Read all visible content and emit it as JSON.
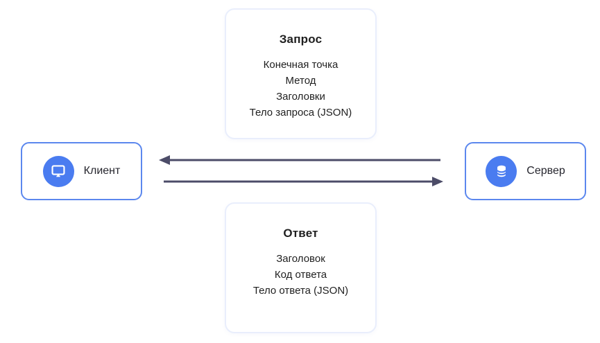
{
  "diagram": {
    "request_card": {
      "title": "Запрос",
      "items": [
        "Конечная точка",
        "Метод",
        "Заголовки",
        "Тело запроса (JSON)"
      ]
    },
    "response_card": {
      "title": "Ответ",
      "items": [
        "Заголовок",
        "Код ответа",
        "Тело ответа (JSON)"
      ]
    },
    "client_node": {
      "label": "Клиент",
      "icon": "monitor-icon"
    },
    "server_node": {
      "label": "Сервер",
      "icon": "database-icon"
    },
    "arrows": [
      {
        "direction": "left",
        "from": "Сервер",
        "to": "Клиент"
      },
      {
        "direction": "right",
        "from": "Клиент",
        "to": "Сервер"
      }
    ],
    "colors": {
      "accent_blue": "#4a7cf0",
      "node_border_blue": "#5b87ee",
      "card_border": "#e9eefc",
      "arrow": "#4c4c68",
      "text": "#1f1f1f",
      "background": "#ffffff"
    }
  }
}
